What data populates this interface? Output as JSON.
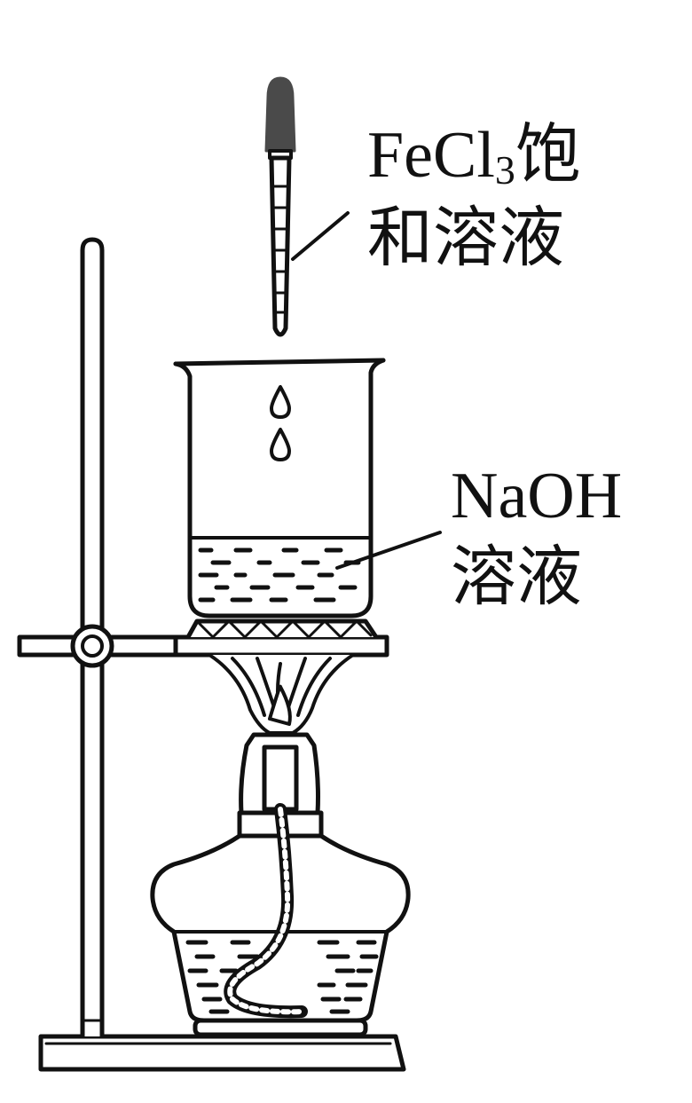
{
  "labels": {
    "dropper_formula_base": "FeCl",
    "dropper_formula_sub": "3",
    "dropper_line1_suffix": "饱",
    "dropper_line2": "和溶液",
    "beaker_line1": "NaOH",
    "beaker_line2": "溶液"
  },
  "colors": {
    "stroke": "#111111",
    "rubber_bulb": "#4a4a4a",
    "background": "#ffffff"
  }
}
